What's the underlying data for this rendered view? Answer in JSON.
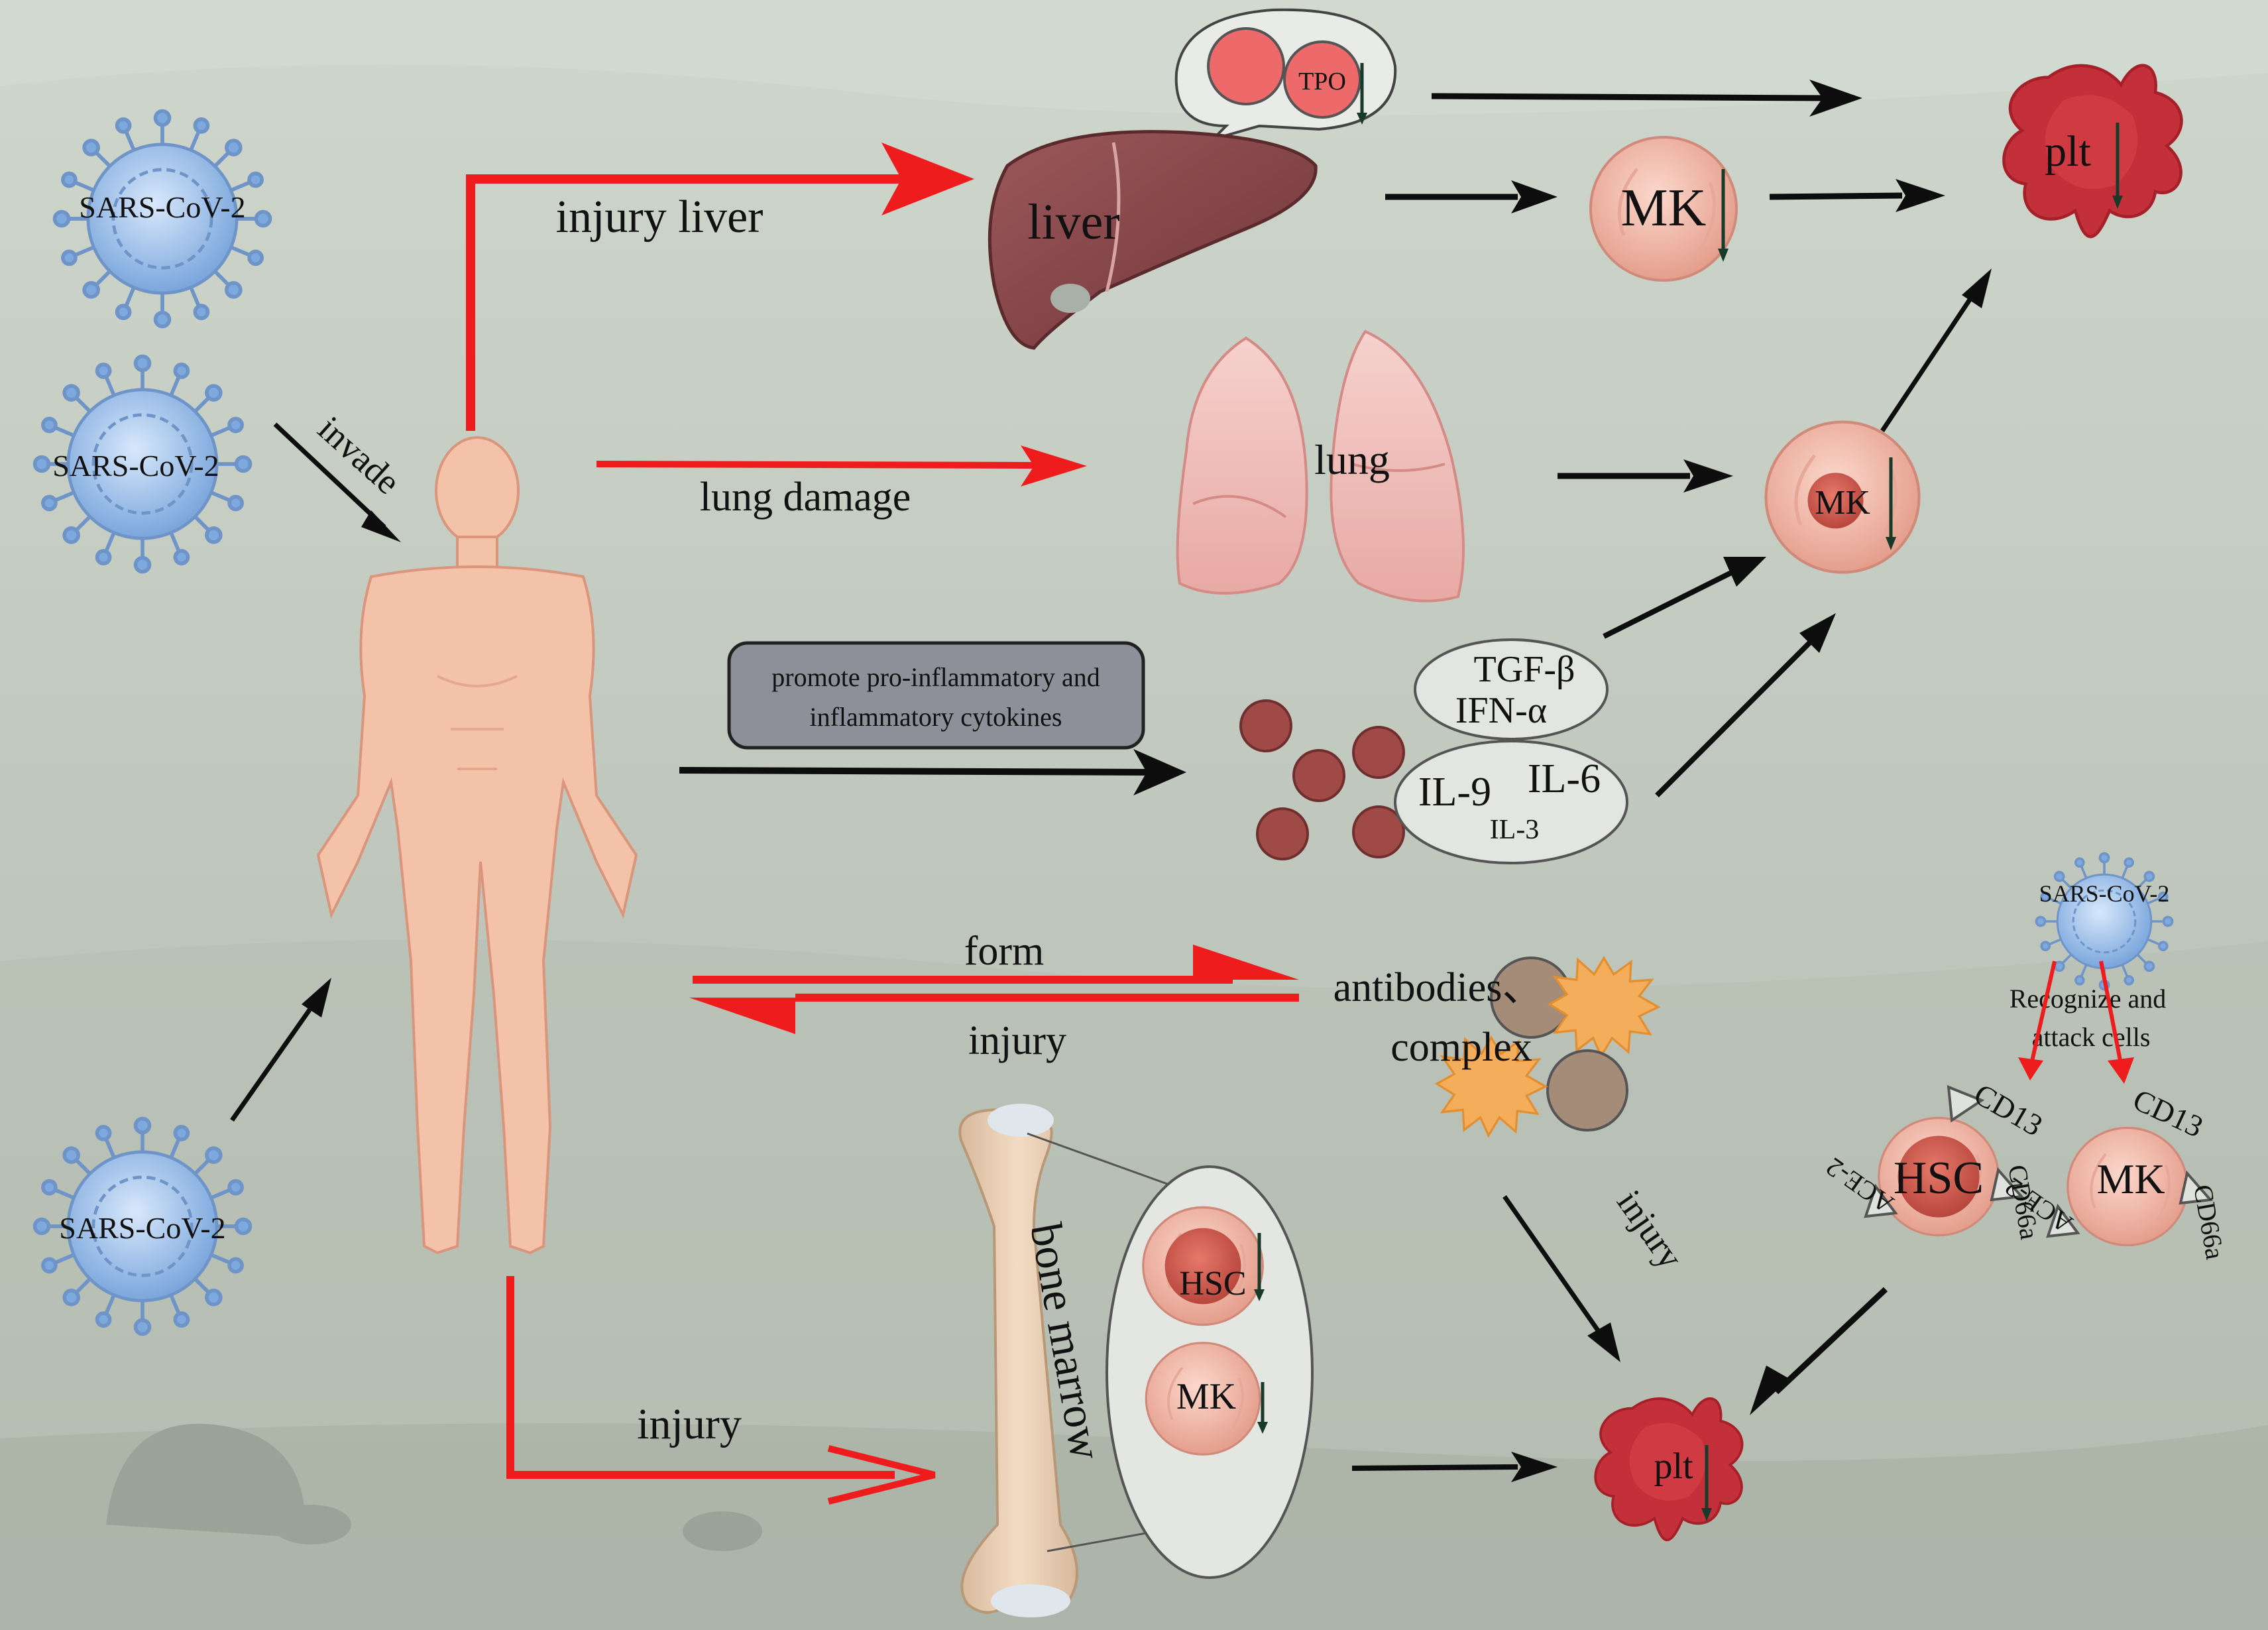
{
  "colors": {
    "background_top": "#ced6cc",
    "background_bottom": "#b4bbb0",
    "red_arrow": "#ee1c1c",
    "black_arrow": "#0d0d0d",
    "virus": "#8fb6e6",
    "skin": "#f4c2a8",
    "liver": "#8a4a4e",
    "lung": "#f2c0bd",
    "cell": "#f1b7a8",
    "cell_nucleus": "#d86a5a",
    "platelet": "#c9303a",
    "cytokine_dot": "#a04a48",
    "bone": "#ead2b9",
    "burst": "#f4ad5a"
  },
  "viruses": [
    {
      "label": "SARS-CoV-2"
    },
    {
      "label": "SARS-CoV-2"
    },
    {
      "label": "SARS-CoV-2"
    },
    {
      "label": "SARS-CoV-2"
    }
  ],
  "arrows": {
    "invade": "invade",
    "injury_liver": "injury liver",
    "lung_damage": "lung damage",
    "form": "form",
    "injury_form": "injury",
    "injury_complex": "injury",
    "injury_bone": "injury"
  },
  "organs": {
    "liver": "liver",
    "lung": "lung",
    "bone_marrow": "bone marrow",
    "tpo": "TPO"
  },
  "cells": {
    "mk_liver": "MK",
    "mk_lung": "MK",
    "mk_bone": "MK",
    "hsc_bone": "HSC",
    "hsc_right": "HSC",
    "mk_right": "MK",
    "plt_top": "plt",
    "plt_bottom": "plt"
  },
  "cytokines": {
    "box_text": [
      "promote pro-inflammatory and",
      "inflammatory cytokines"
    ],
    "tgf": "TGF-β",
    "ifn": "IFN-α",
    "il9": "IL-9",
    "il6": "IL-6",
    "il3": "IL-3"
  },
  "immune": {
    "antibodies": "antibodies、",
    "complex": "complex"
  },
  "receptors": {
    "recognize": [
      "Recognize and",
      "attack cells"
    ],
    "cd13": "CD13",
    "cd66a": "CD66a",
    "ace2": "ACE-2"
  }
}
